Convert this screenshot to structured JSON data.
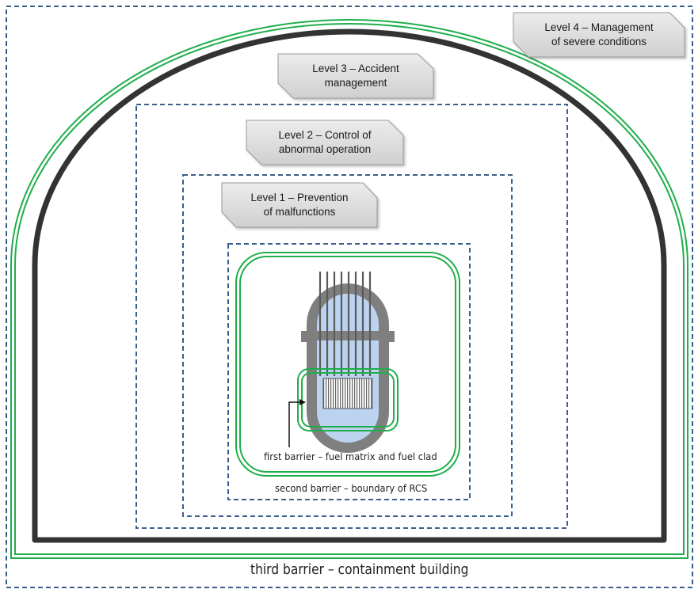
{
  "levels": [
    {
      "label": "Level 1 – Prevention\nof malfunctions"
    },
    {
      "label": "Level 2 – Control of\nabnormal operation"
    },
    {
      "label": "Level 3 – Accident\nmanagement"
    },
    {
      "label": "Level 4 – Management\nof severe conditions"
    }
  ],
  "barriers": {
    "first": "first barrier – fuel matrix and fuel clad",
    "second": "second barrier – boundary of RCS",
    "third": "third barrier – containment building"
  },
  "colors": {
    "dashed_line": "#3a5f8a",
    "green_barrier": "#1fae4b",
    "containment_wall": "#333333",
    "vessel_gray": "#7f7f7f",
    "vessel_fill": "#bcd3f0",
    "label_fill": "#d9d9d9"
  }
}
